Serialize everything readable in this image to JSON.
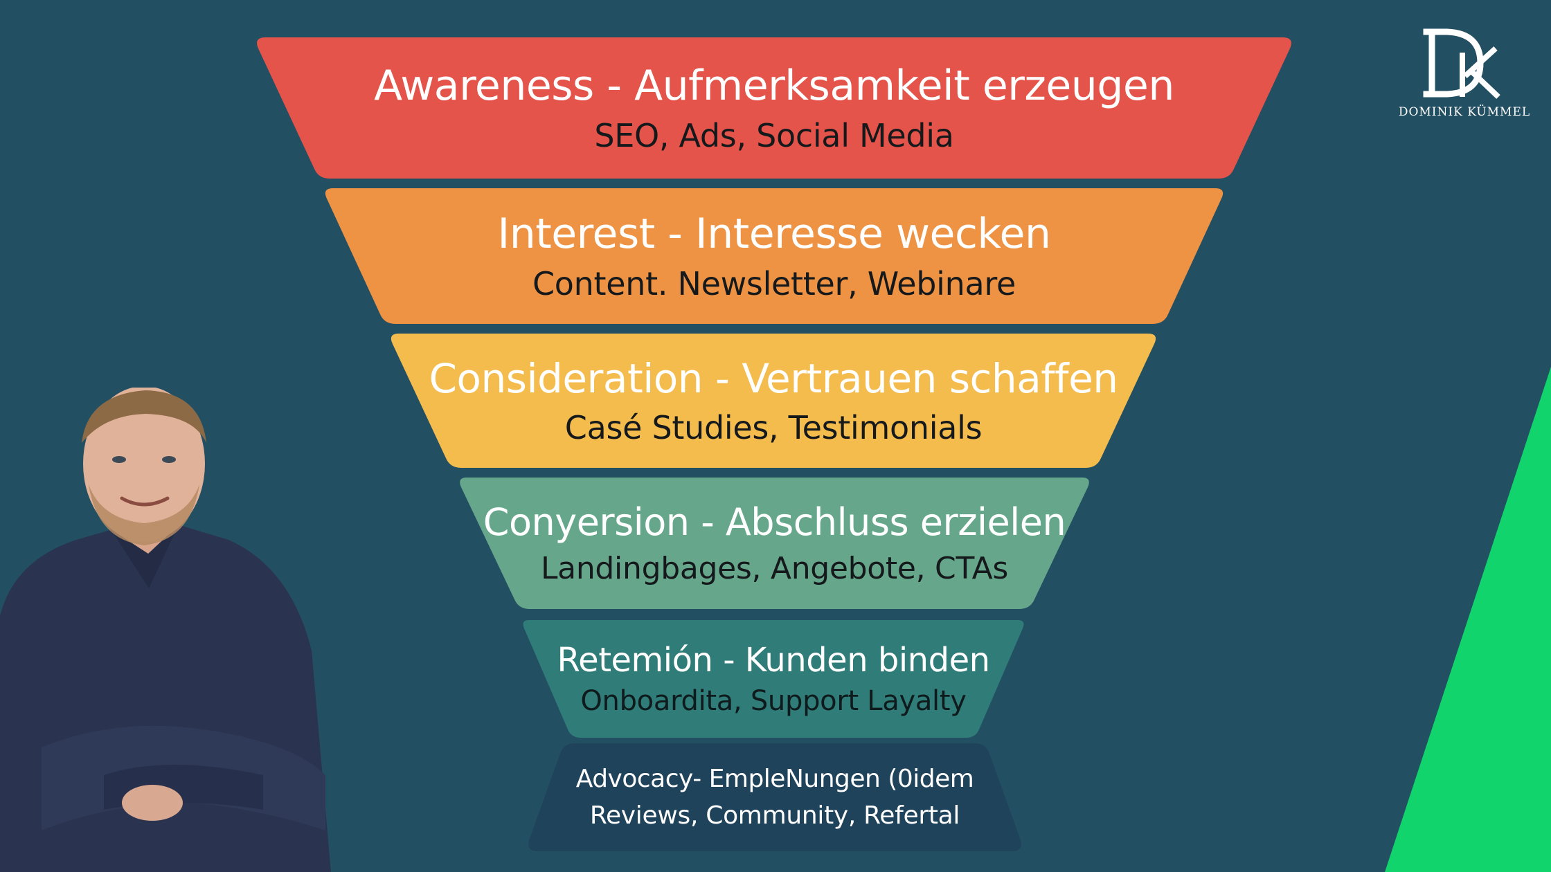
{
  "colors": {
    "background": "#234f63",
    "accent_green": "#11d46c",
    "stage_1": "#e5544a",
    "stage_2": "#ee9244",
    "stage_3": "#f4bb4d",
    "stage_4": "#66a78c",
    "stage_5": "#2f7c78",
    "stage_6": "#20435c",
    "text_dark": "#15191c",
    "text_light": "#ffffff"
  },
  "funnel": {
    "stages": [
      {
        "title": "Awareness - Aufmerksamkeit erzeugen",
        "subtitle": "SEO, Ads, Social Media"
      },
      {
        "title": "Interest - Interesse wecken",
        "subtitle": "Content. Newsletter, Webinare"
      },
      {
        "title": "Consideration - Vertrauen schaffen",
        "subtitle": "Casé Studies, Testimonials"
      },
      {
        "title": "Conyersion - Abschluss erzielen",
        "subtitle": "Landingbages, Angebote, CTAs"
      },
      {
        "title": "Retemión - Kunden binden",
        "subtitle": "Onboardita, Support Layalty"
      },
      {
        "title": "Advocacy- EmpleNungen (0idem",
        "subtitle": "Reviews, Community, Refertal"
      }
    ]
  },
  "logo": {
    "monogram": "DK",
    "label": "DOMINIK KÜMMEL"
  },
  "portrait": {
    "icon": "person-photo"
  }
}
